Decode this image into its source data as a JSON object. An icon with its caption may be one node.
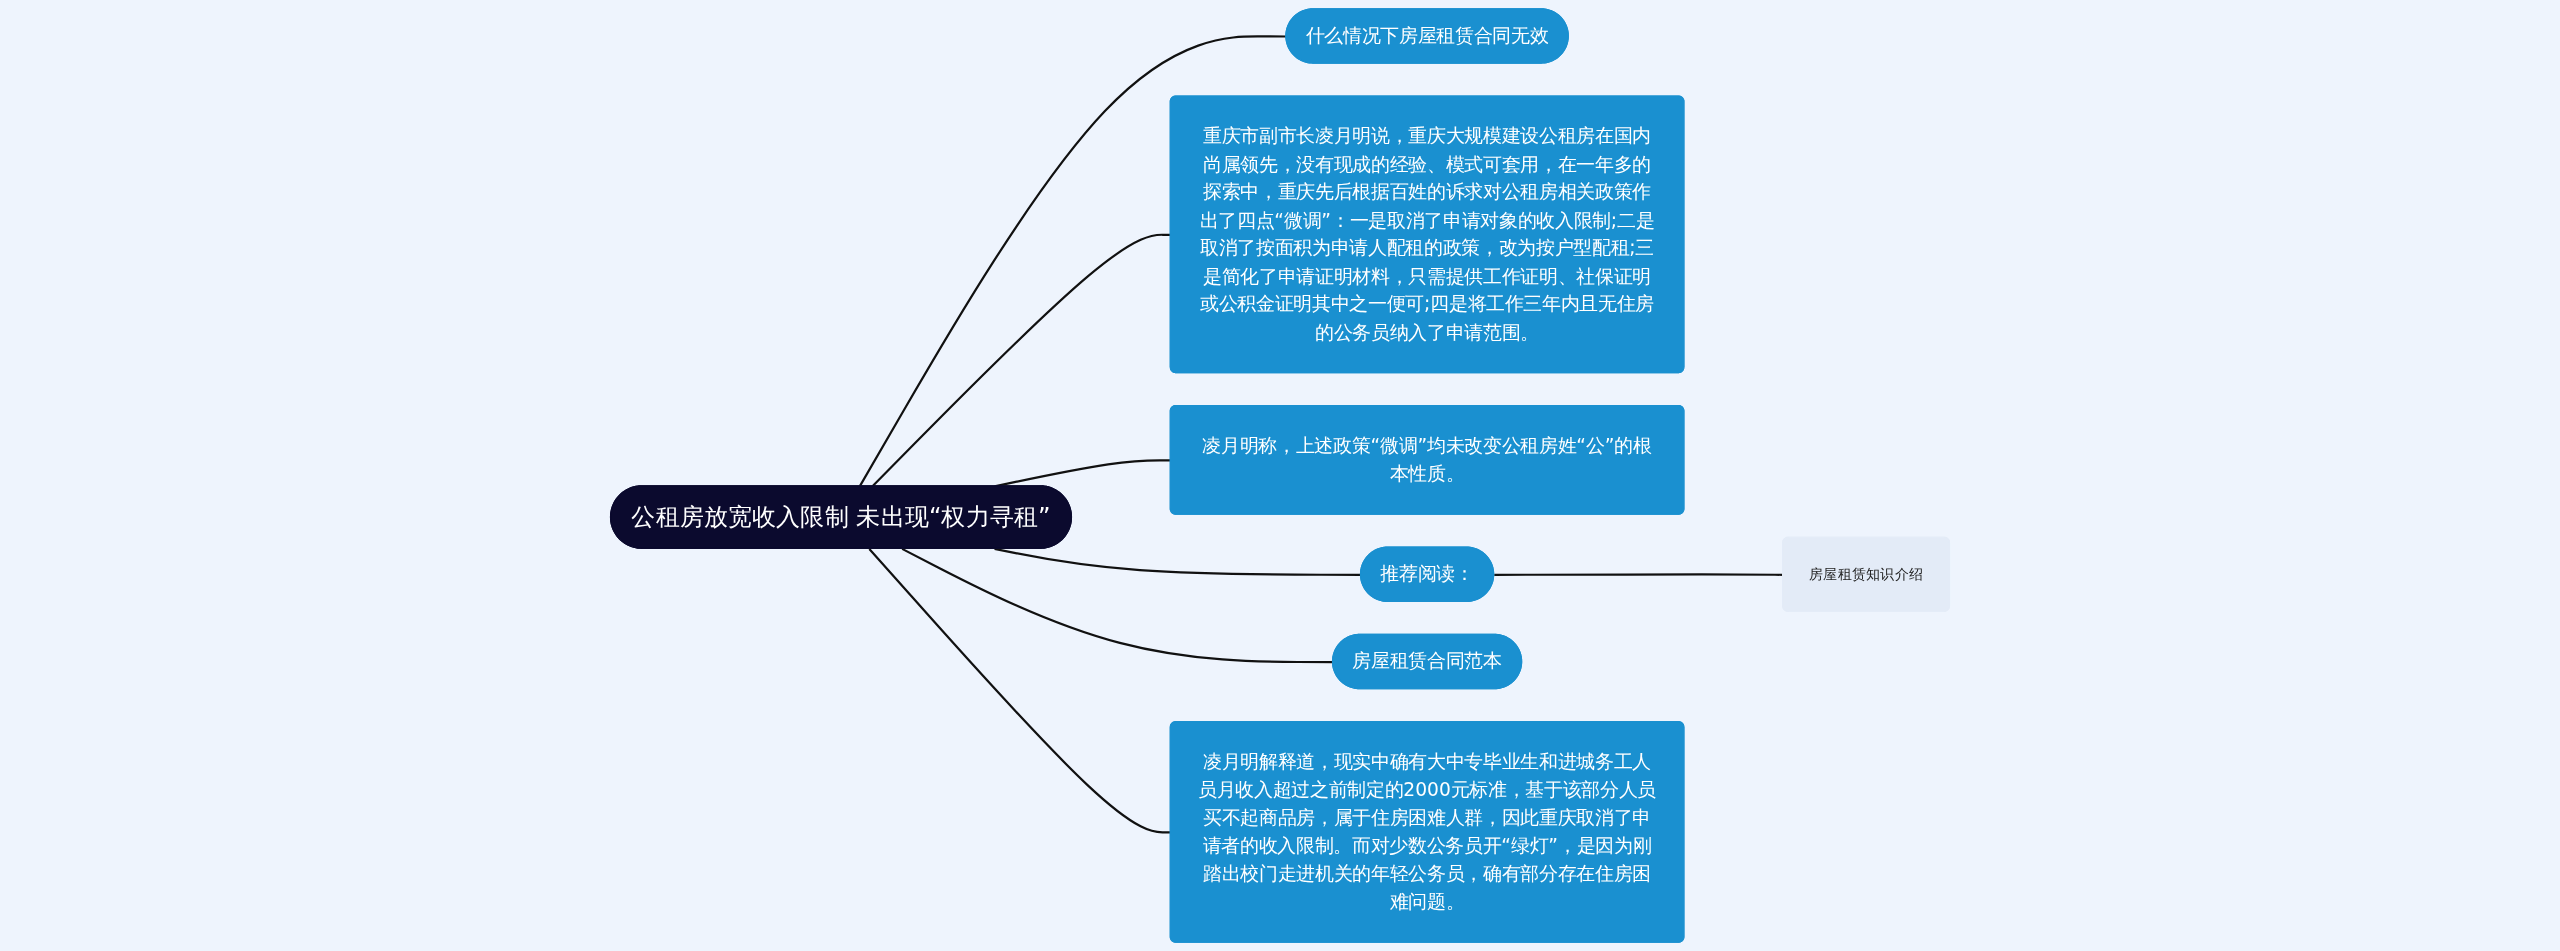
{
  "diagram": {
    "nodes": [
      {
        "text": [
          "公租房放宽收入限制 未出现“权力寻租”"
        ]
      },
      {
        "text": [
          "什么情况下房屋租赁合同无效"
        ]
      },
      {
        "text": [
          "重庆市副市长凌月明说，重庆大规模建设公租房在国内尚属领先，没有现成的经验、模式可套用，在一年多的探索中，重庆先后根据百姓的诉求对公租房相关政策作出了四点“微调”：一是取消了申请对象的收入限制;二是取消了按面积为申请人配租的政策，改为按户型配租;三是简化了申请证明材料，只需提供工作证明、社保证明或公积金证明其中之一便可;四是将工作三年内且无住房的公务员纳入了申请范围。"
        ]
      },
      {
        "text": [
          "凌月明称，上述政策“微调”均未改变公租房姓“公”的根本性质。"
        ]
      },
      {
        "text": [
          "推荐阅读："
        ]
      },
      {
        "text": [
          "房屋租赁知识介绍"
        ]
      },
      {
        "text": [
          "房屋租赁合同范本"
        ]
      },
      {
        "text": [
          "凌月明解释道，现实中确有大中专毕业生和进城务工人员月收入超过之前制定的2000元标准，基于该部分人员买不起商品房，属于住房困难人群，因此重庆取消了申请者的收入限制。而对少数公务员开“绿灯”，是因为刚踏出校门走进机关的年轻公务员，确有部分存在住房困难问题。"
        ]
      }
    ],
    "edges": [
      {
        "from": 0,
        "to": 1,
        "arrow": "none"
      },
      {
        "from": 0,
        "to": 2,
        "arrow": "none"
      },
      {
        "from": 0,
        "to": 3,
        "arrow": "none"
      },
      {
        "from": 0,
        "to": 4,
        "arrow": "none"
      },
      {
        "from": 4,
        "to": 5,
        "arrow": "none"
      },
      {
        "from": 0,
        "to": 6,
        "arrow": "none"
      },
      {
        "from": 0,
        "to": 7,
        "arrow": "none"
      }
    ]
  }
}
